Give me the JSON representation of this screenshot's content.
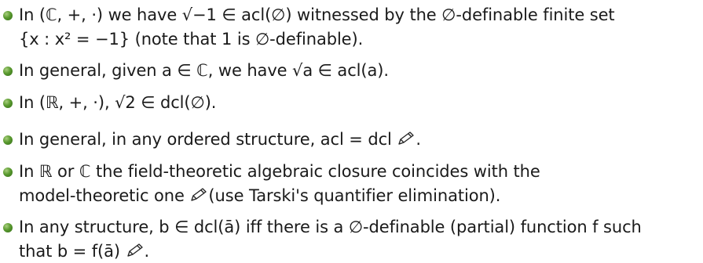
{
  "bullets": [
    {
      "line1": "In (ℂ, +, ·) we have √−1 ∈ acl(∅) witnessed by the ∅-definable finite set",
      "line2": "{x : x² = −1} (note that 1 is ∅-definable)."
    },
    {
      "line1": "In general, given a ∈ ℂ, we have √a ∈ acl(a)."
    },
    {
      "line1": "In (ℝ, +, ·), √2 ∈ dcl(∅)."
    },
    {
      "line1": "In general, in any ordered structure, acl = dcl"
    },
    {
      "line1": "In ℝ or ℂ the field-theoretic algebraic closure coincides with the",
      "line2a": "model-theoretic one",
      "line2b": "(use Tarski's quantifier elimination)."
    },
    {
      "line1": "In any structure, b ∈ dcl(ā) iff there is a ∅-definable (partial) function f such",
      "line2": "that b = f(ā)"
    }
  ],
  "icons": {
    "pencil": "pencil-icon"
  }
}
